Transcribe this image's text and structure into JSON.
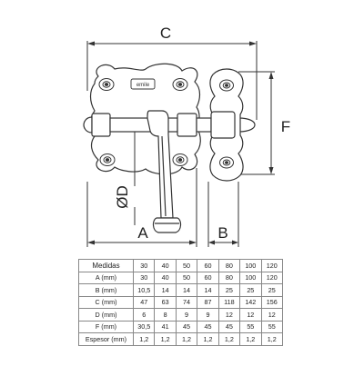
{
  "drawing": {
    "dimension_labels": {
      "overall_width": "C",
      "height": "F",
      "diameter": "ØD",
      "base_width": "A",
      "keeper_width": "B"
    },
    "brand_mark": "emile"
  },
  "specs_table": {
    "header_label": "Medidas",
    "sizes": [
      "30",
      "40",
      "50",
      "60",
      "80",
      "100",
      "120"
    ],
    "rows": [
      {
        "label": "A (mm)",
        "values": [
          "30",
          "40",
          "50",
          "60",
          "80",
          "100",
          "120"
        ]
      },
      {
        "label": "B (mm)",
        "values": [
          "10,5",
          "14",
          "14",
          "14",
          "25",
          "25",
          "25"
        ]
      },
      {
        "label": "C (mm)",
        "values": [
          "47",
          "63",
          "74",
          "87",
          "118",
          "142",
          "156"
        ]
      },
      {
        "label": "D (mm)",
        "values": [
          "6",
          "8",
          "9",
          "9",
          "12",
          "12",
          "12"
        ]
      },
      {
        "label": "F (mm)",
        "values": [
          "30,5",
          "41",
          "45",
          "45",
          "45",
          "55",
          "55"
        ]
      },
      {
        "label": "Espesor (mm)",
        "values": [
          "1,2",
          "1,2",
          "1,2",
          "1,2",
          "1,2",
          "1,2",
          "1,2"
        ]
      }
    ]
  }
}
